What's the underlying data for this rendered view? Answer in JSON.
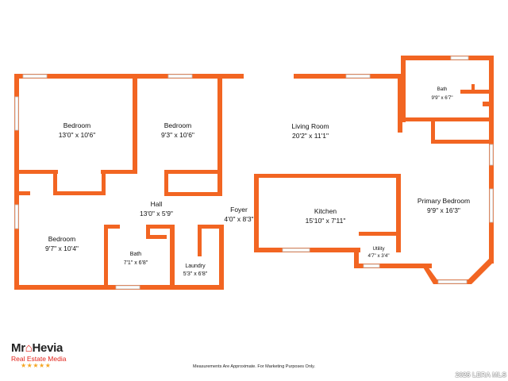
{
  "rooms": {
    "bedroom1": {
      "name": "Bedroom",
      "dims": "13'0\" x 10'6\""
    },
    "bedroom2": {
      "name": "Bedroom",
      "dims": "9'3\" x 10'6\""
    },
    "living": {
      "name": "Living Room",
      "dims": "20'2\" x 11'1\""
    },
    "bath_primary": {
      "name": "Bath",
      "dims": "9'9\" x 6'7\""
    },
    "hall": {
      "name": "Hall",
      "dims": "13'0\" x 5'9\""
    },
    "foyer": {
      "name": "Foyer",
      "dims": "4'0\" x 8'3\""
    },
    "kitchen": {
      "name": "Kitchen",
      "dims": "15'10\" x 7'11\""
    },
    "primary_bedroom": {
      "name": "Primary Bedroom",
      "dims": "9'9\" x 16'3\""
    },
    "bedroom3": {
      "name": "Bedroom",
      "dims": "9'7\" x 10'4\""
    },
    "bath2": {
      "name": "Bath",
      "dims": "7'1\" x 6'8\""
    },
    "laundry": {
      "name": "Laundry",
      "dims": "5'3\" x 6'8\""
    },
    "utility": {
      "name": "Utility",
      "dims": "4'7\" x 3'4\""
    }
  },
  "branding": {
    "logo_prefix": "Mr",
    "logo_name": "Hevia",
    "logo_sub": "Real Estate Media",
    "stars": "★★★★★"
  },
  "footer": {
    "disclaimer": "Measurements Are Approximate. For Marketing Purposes Only.",
    "copyright": "2025 LERA MLS"
  },
  "colors": {
    "wall": "#f26522",
    "text": "#111111",
    "background": "#ffffff"
  }
}
